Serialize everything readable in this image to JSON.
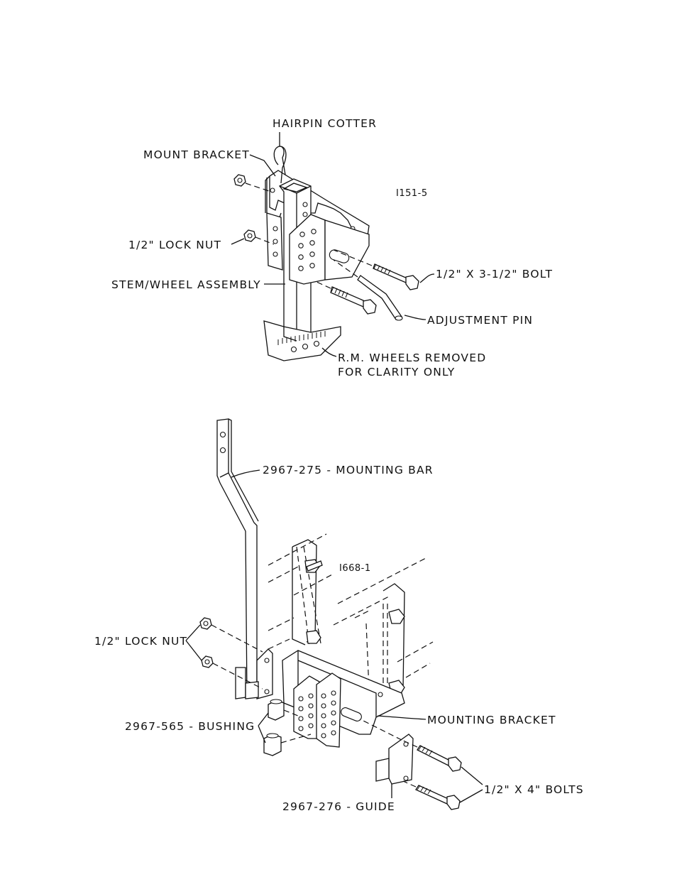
{
  "diagram_top": {
    "ref_code": "I151-5",
    "labels": {
      "hairpin_cotter": "HAIRPIN COTTER",
      "mount_bracket": "MOUNT BRACKET",
      "lock_nut": "1/2\" LOCK NUT",
      "stem_wheel": "STEM/WHEEL ASSEMBLY",
      "bolt": "1/2\" X 3-1/2\" BOLT",
      "adjustment_pin": "ADJUSTMENT PIN",
      "wheels_removed_1": "R.M. WHEELS REMOVED",
      "wheels_removed_2": "FOR CLARITY ONLY"
    }
  },
  "diagram_bottom": {
    "ref_code": "I668-1",
    "labels": {
      "mounting_bar": "2967-275 - MOUNTING BAR",
      "lock_nut": "1/2\" LOCK NUT",
      "bushing": "2967-565 - BUSHING",
      "mounting_bracket": "MOUNTING BRACKET",
      "bolts": "1/2\" X 4\" BOLTS",
      "guide": "2967-276 - GUIDE"
    }
  }
}
